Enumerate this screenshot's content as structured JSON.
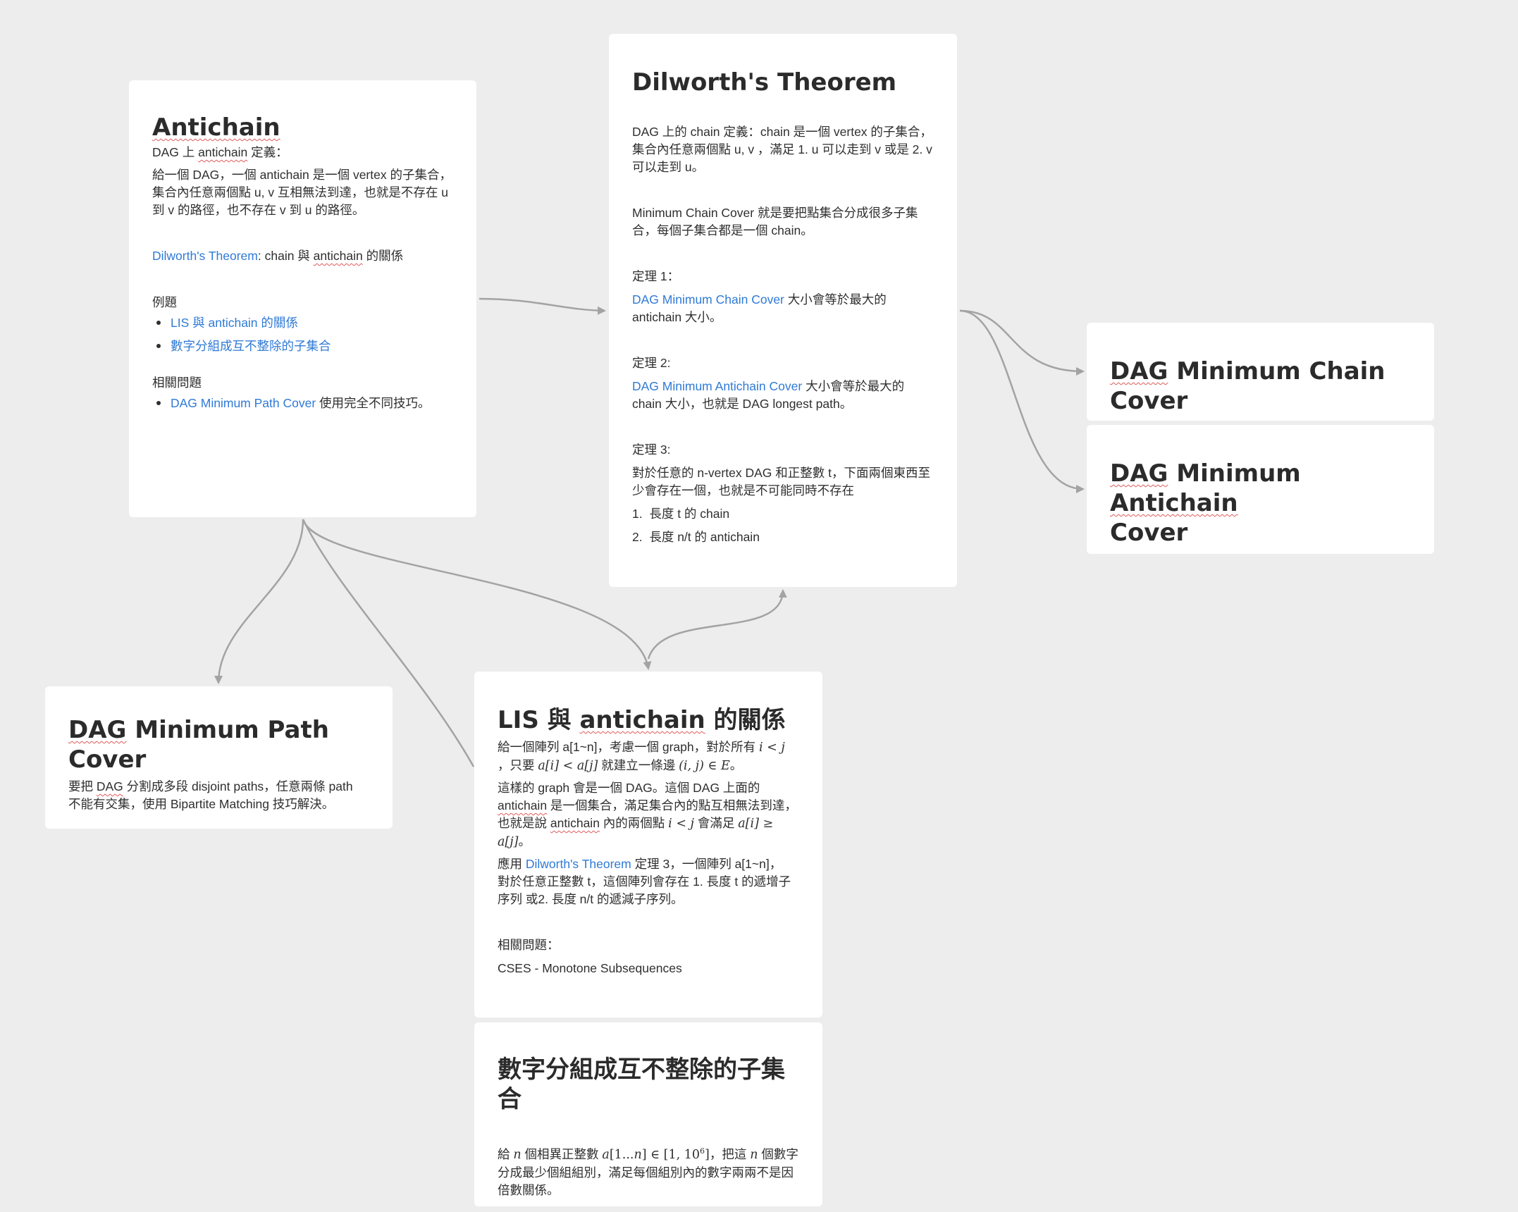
{
  "colors": {
    "canvas_bg": "#ededed",
    "card_bg": "#ffffff",
    "link": "#2f7ad6",
    "edge": "#a3a3a3",
    "spellcheck": "#e05a5a"
  },
  "antichain": {
    "title": "Antichain",
    "def_label_a": "DAG 上 ",
    "def_label_b": "antichain",
    "def_label_c": " 定義：",
    "def_body_a": "給一個 DAG，一個 ",
    "def_body_b": "antichain",
    "def_body_c": " 是一個 vertex 的子集合，",
    "def_body_d": "集合內任意兩個點 u, v 互相無法到達，也就是不存在 u",
    "def_body_e": "到 v 的路徑，也不存在 v 到 u 的路徑。",
    "rel_link": "Dilworth's Theorem",
    "rel_a": ": chain 與 ",
    "rel_b": "antichain",
    "rel_c": " 的關係",
    "examples_label": "例題",
    "examples": [
      "LIS 與 antichain 的關係",
      "數字分組成互不整除的子集合"
    ],
    "related_label": "相關問題",
    "related_link": "DAG Minimum Path Cover",
    "related_rest": " 使用完全不同技巧。"
  },
  "dilworth": {
    "title": "Dilworth's Theorem",
    "chain_def_1": "DAG 上的 chain 定義：chain 是一個 vertex 的子集合，",
    "chain_def_2": "集合內任意兩個點 u, v ，滿足 1. u 可以走到 v 或是 2. v",
    "chain_def_3": "可以走到 u。",
    "mcc_1": "Minimum Chain Cover 就是要把點集合分成很多子集",
    "mcc_2": "合，每個子集合都是一個 chain。",
    "thm1_label": "定理 1：",
    "thm1_link": "DAG Minimum Chain Cover",
    "thm1_rest": " 大小會等於最大的",
    "thm1_line2": "antichain 大小。",
    "thm2_label": "定理 2:",
    "thm2_link": "DAG Minimum Antichain Cover",
    "thm2_rest": " 大小會等於最大的",
    "thm2_line2": "chain 大小，也就是 DAG longest path。",
    "thm3_label": "定理 3:",
    "thm3_line1": "對於任意的 n-vertex DAG 和正整數 t，下面兩個東西至",
    "thm3_line2": "少會存在一個，也就是不可能同時不存在",
    "thm3_items": [
      "長度 t 的 chain",
      "長度 n/t 的 antichain"
    ]
  },
  "chain_cover": {
    "title_a": "DAG",
    "title_b": " Minimum Chain Cover"
  },
  "antichain_cover": {
    "title_a": "DAG",
    "title_b": " Minimum ",
    "title_c": "Antichain",
    "title_d": "Cover"
  },
  "path_cover": {
    "title_a": "DAG",
    "title_b": " Minimum Path Cover",
    "body_1a": "要把 ",
    "body_1b": "DAG",
    "body_1c": " 分割成多段 disjoint paths，任意兩條 path",
    "body_2": "不能有交集，使用 Bipartite Matching 技巧解決。"
  },
  "lis": {
    "title_a": "LIS 與 ",
    "title_b": "antichain",
    "title_c": " 的關係",
    "p1_a": "給一個陣列 a[1~n]，考慮一個 graph，對於所有 ",
    "p1_m1": "i < j",
    "p1_b": "，只要 ",
    "p1_m2": "a[i] < a[j]",
    "p1_c": " 就建立一條邊 ",
    "p1_m3": "(i, j) ∈ E",
    "p1_d": "。",
    "p2_a": "這樣的 graph 會是一個 DAG。這個 DAG 上面的",
    "p2_b": "antichain",
    "p2_c": " 是一個集合，滿足集合內的點互相無法到達，",
    "p2_d": "也就是說 ",
    "p2_e": "antichain",
    "p2_f": " 內的兩個點 ",
    "p2_m1": "i < j",
    "p2_g": " 會滿足 ",
    "p2_m2": "a[i] ≥",
    "p2_m3": "a[j]",
    "p2_h": "。",
    "p3_a": "應用 ",
    "p3_link": "Dilworth's Theorem",
    "p3_b": " 定理 3，一個陣列 a[1~n]，",
    "p3_c": "對於任意正整數 t，這個陣列會存在 1. 長度 t 的遞增子",
    "p3_d": "序列 或2. 長度 n/t 的遞減子序列。",
    "related_label": "相關問題：",
    "related_item": "CSES - Monotone Subsequences"
  },
  "divide": {
    "title": "數字分組成互不整除的子集合",
    "l1_a": "給 ",
    "l1_m1": "n",
    "l1_b": " 個相異正整數 ",
    "l1_m2": "a",
    "l1_m3": "[1...",
    "l1_m4": "n",
    "l1_m5": "] ∈ [1, 10",
    "l1_sup": "6",
    "l1_m6": "]",
    "l1_c": "，把這 ",
    "l1_m7": "n",
    "l1_d": " 個數字",
    "l2": "分成最少個組組別，滿足每個組別內的數字兩兩不是因",
    "l3": "倍數關係。"
  }
}
